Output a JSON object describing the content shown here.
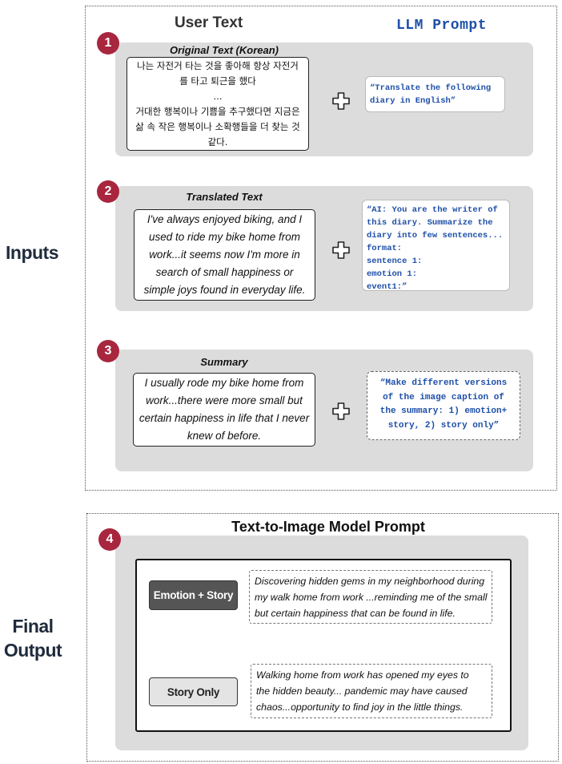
{
  "sections": {
    "inputs_label": "Inputs",
    "final_output_label": [
      "Final",
      "Output"
    ]
  },
  "columns": {
    "user_text": "User Text",
    "llm_prompt": "LLM Prompt"
  },
  "steps": [
    {
      "number": "1",
      "title": "Original Text (Korean)",
      "user_text_lines": [
        "나는 자전거 타는 것을 좋아해 항상 자전거",
        "를 타고 퇴근을 했다",
        "...",
        "거대한 행복이나 기쁨을 추구했다면 지금은",
        "삶 속 작은 행복이나 소확행들을 더 찾는 것",
        "같다."
      ],
      "llm_prompt_lines": [
        "“Translate the following",
        "diary in English”"
      ]
    },
    {
      "number": "2",
      "title": "Translated Text",
      "user_text_lines": [
        "I've always enjoyed biking, and I",
        "used to ride my bike home from",
        "work...it seems now I'm more in",
        "search of small happiness or",
        "simple joys found in everyday life."
      ],
      "llm_prompt_lines": [
        "“AI: You are the writer of",
        "this diary. Summarize the",
        "diary into few sentences...",
        "format:",
        "sentence 1:",
        "emotion 1:",
        "event1:”"
      ]
    },
    {
      "number": "3",
      "title": "Summary",
      "user_text_lines": [
        "I usually rode my bike home from",
        "work...there were more small but",
        "certain happiness in life that I never",
        "knew of before."
      ],
      "llm_prompt_lines": [
        "“Make different versions",
        "of the image caption of",
        "the summary: 1) emotion+",
        "story, 2) story only”"
      ]
    }
  ],
  "output": {
    "number": "4",
    "title": "Text-to-Image Model Prompt",
    "rows": [
      {
        "tag": "Emotion + Story",
        "caption_lines": [
          "Discovering hidden gems in my neighborhood during",
          "my walk home from work ...reminding me of the small",
          "but certain happiness that can be found in life."
        ]
      },
      {
        "tag": "Story Only",
        "caption_lines": [
          "Walking home from work has opened my eyes to",
          "the hidden beauty... pandemic may have caused",
          "chaos...opportunity to find joy in the little things."
        ]
      }
    ]
  },
  "icons": {
    "plus": "plus-outline-icon"
  },
  "colors": {
    "badge": "#a8263e",
    "llm_text": "#1e4fa8",
    "panel": "#dcdcdc",
    "side_label": "#1f2b3c"
  }
}
